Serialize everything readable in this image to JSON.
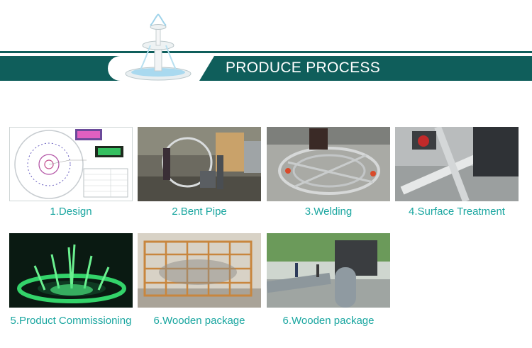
{
  "header": {
    "title": "PRODUCE PROCESS"
  },
  "steps": [
    {
      "label": "1.Design",
      "icon": "design-drawing"
    },
    {
      "label": "2.Bent Pipe",
      "icon": "bent-pipe-photo"
    },
    {
      "label": "3.Welding",
      "icon": "welding-photo"
    },
    {
      "label": "4.Surface Treatment",
      "icon": "surface-treatment-photo"
    },
    {
      "label": "5.Product Commissioning",
      "icon": "commissioning-photo"
    },
    {
      "label": "6.Wooden package",
      "icon": "wooden-crate-photo"
    },
    {
      "label": "6.Wooden package",
      "icon": "pipe-loading-photo"
    }
  ],
  "colors": {
    "banner": "#0f5e5b",
    "caption": "#1aa6a0",
    "background": "#ffffff"
  }
}
